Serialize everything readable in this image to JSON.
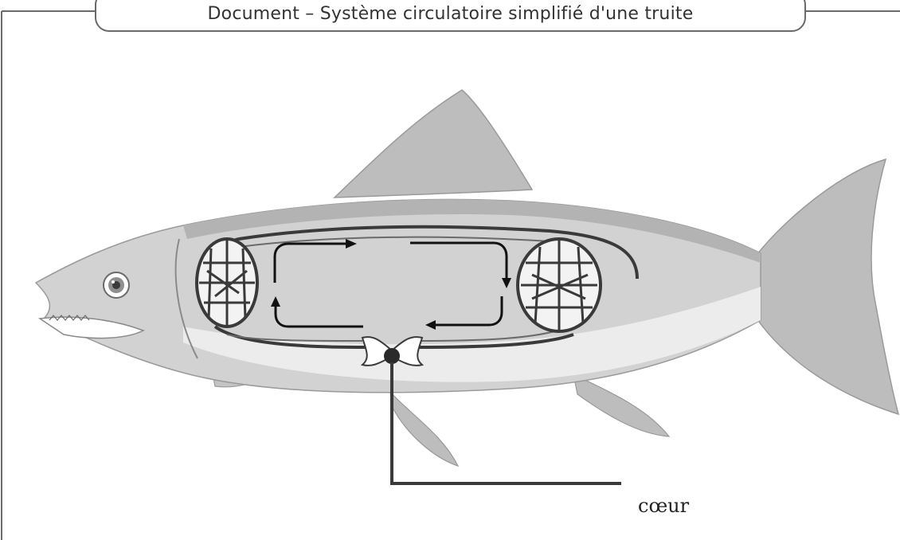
{
  "document": {
    "title": "Document – Système circulatoire simplifié d'une truite"
  },
  "labels": {
    "heart": "cœur"
  },
  "colors": {
    "frame": "#6a6a6a",
    "fish_body": "#d2d2d2",
    "fish_belly": "#ececec",
    "fins": "#b9b9b9",
    "vessel": "#3a3a3a",
    "arrow": "#111111",
    "heart_dot": "#2a2a2a"
  },
  "icons": {
    "fish": "trout-illustration",
    "gills": "gill-capillary-network",
    "body_tissue": "body-capillary-network",
    "heart": "heart-dot"
  }
}
